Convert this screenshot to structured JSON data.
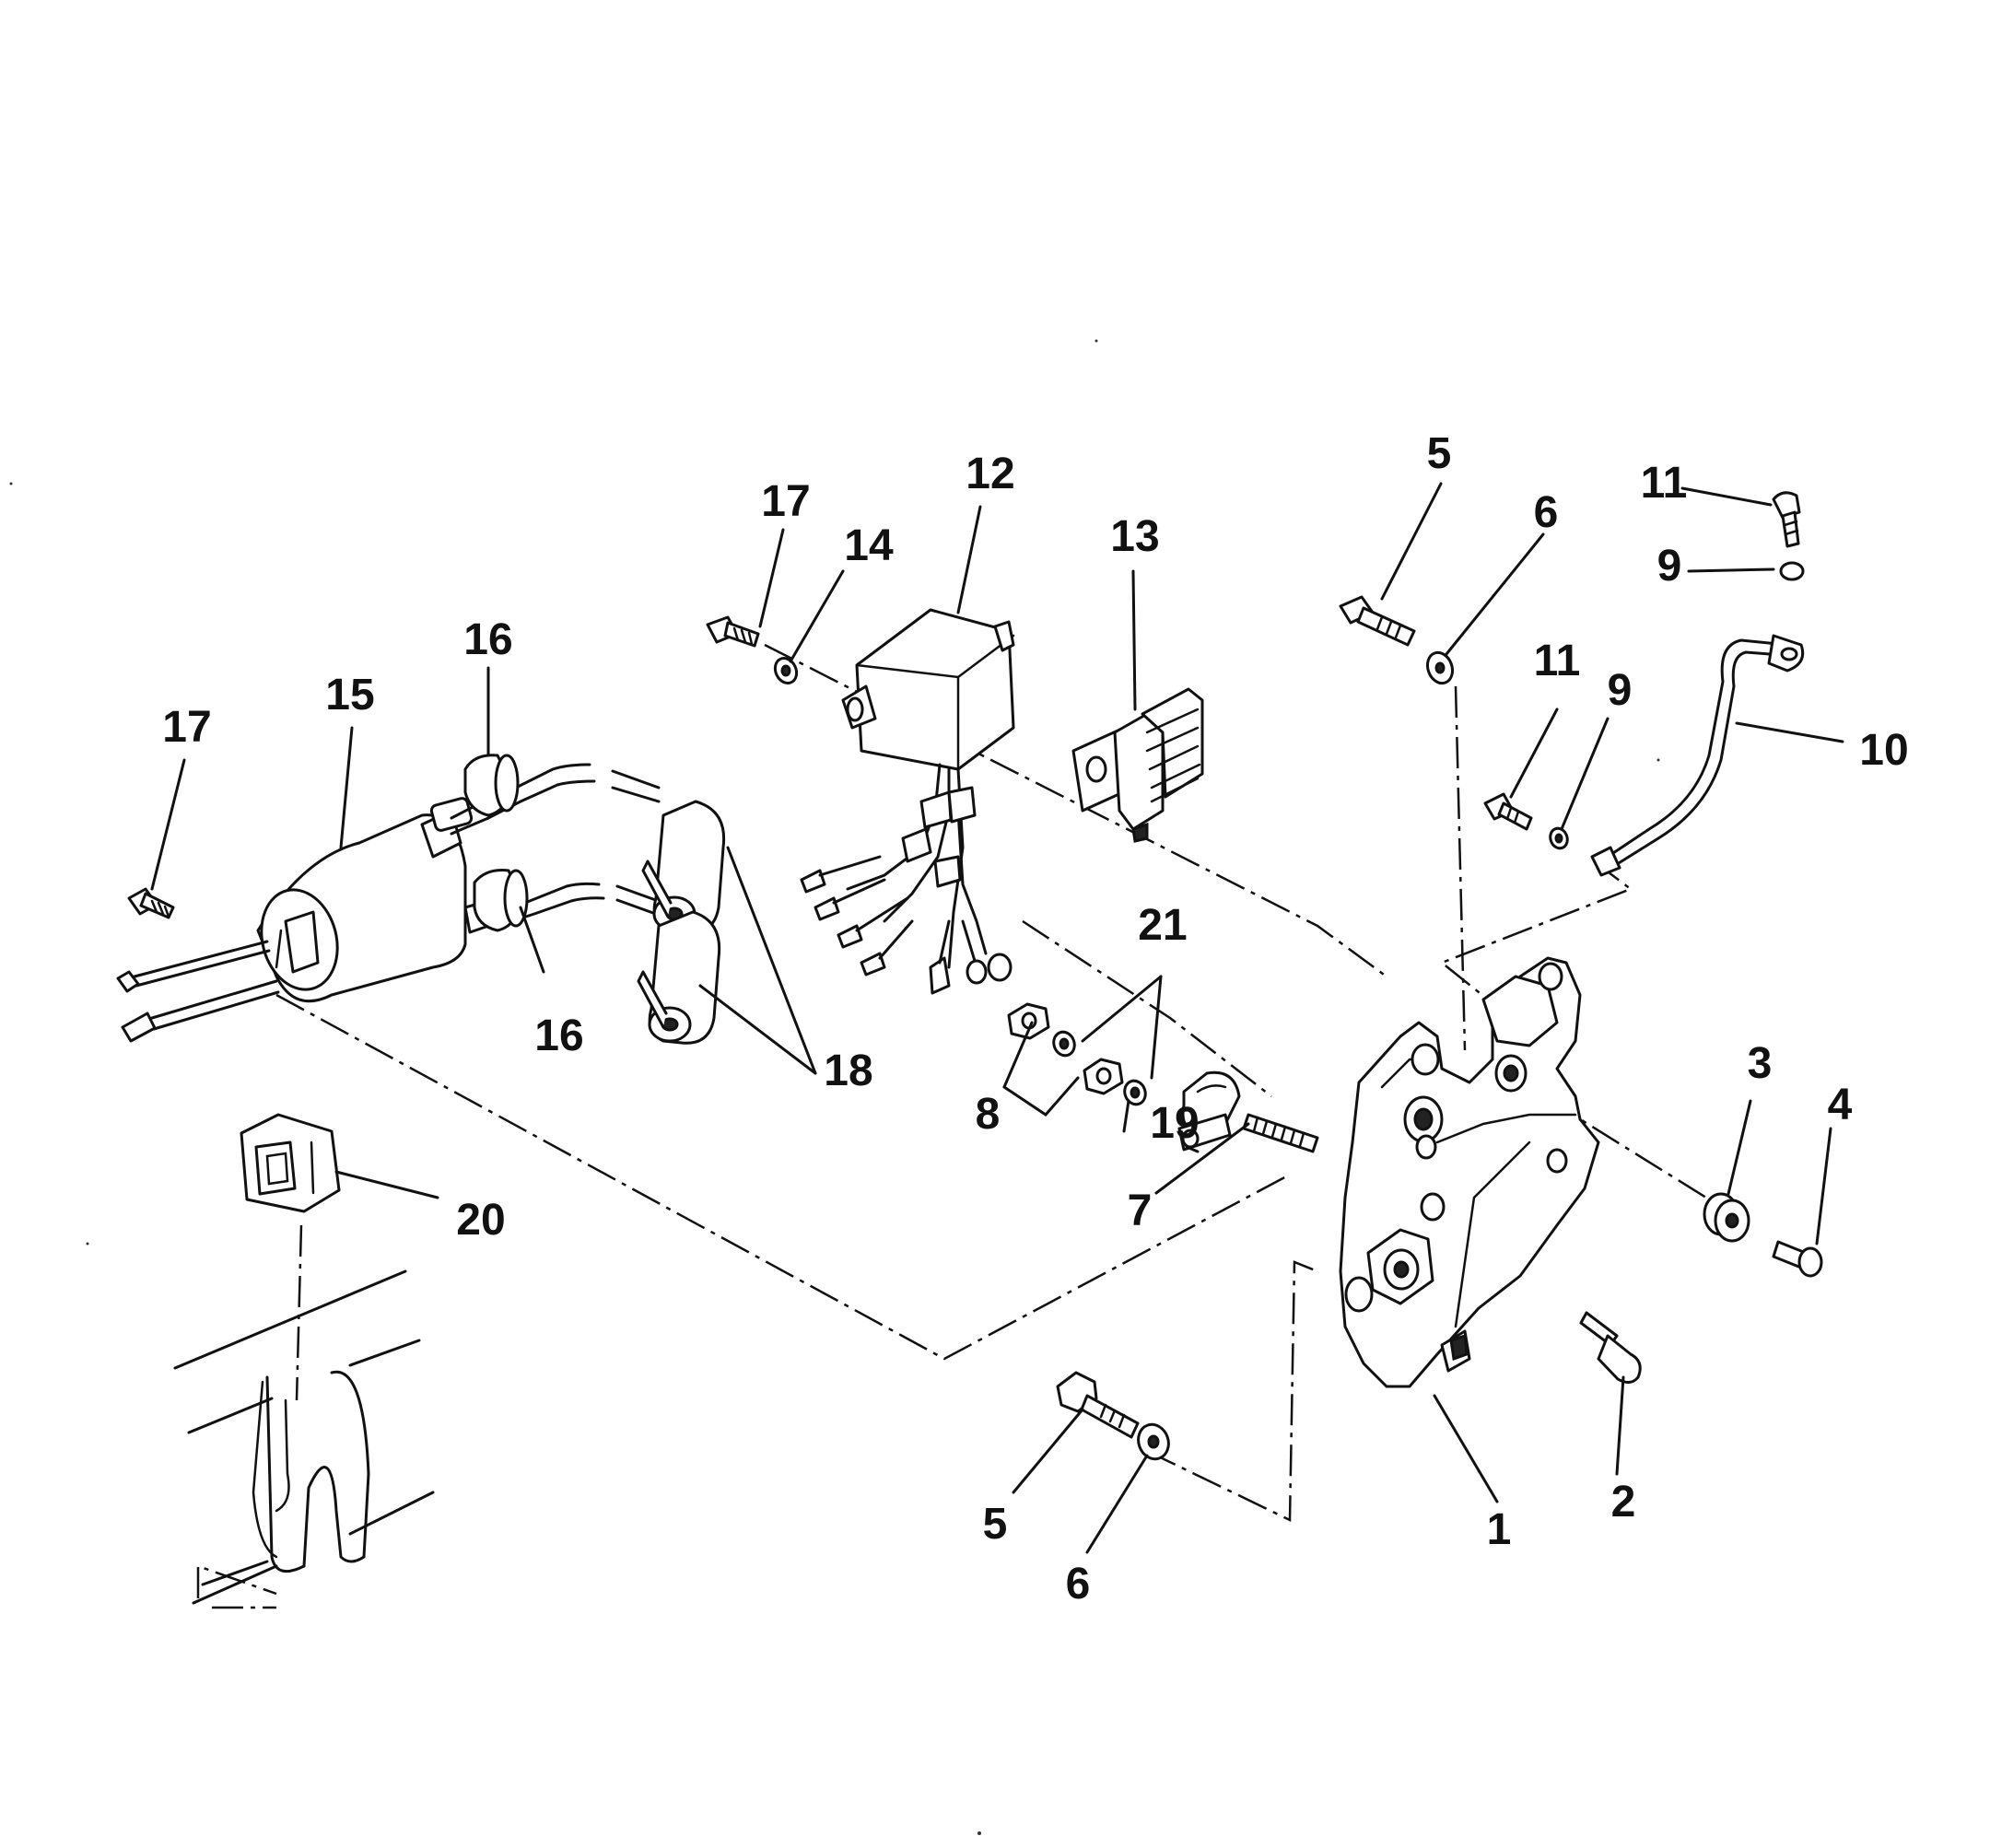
{
  "diagram": {
    "callouts": [
      "1",
      "2",
      "3",
      "4",
      "5",
      "5",
      "6",
      "6",
      "7",
      "8",
      "9",
      "9",
      "10",
      "11",
      "11",
      "12",
      "13",
      "14",
      "15",
      "16",
      "16",
      "17",
      "17",
      "18",
      "19",
      "20",
      "21"
    ]
  },
  "parts": {
    "p1": "1",
    "p2": "2",
    "p3": "3",
    "p4": "4",
    "p5a": "5",
    "p5b": "5",
    "p6a": "6",
    "p6b": "6",
    "p7": "7",
    "p8": "8",
    "p9a": "9",
    "p9b": "9",
    "p10": "10",
    "p11a": "11",
    "p11b": "11",
    "p12": "12",
    "p13": "13",
    "p14": "14",
    "p15": "15",
    "p16a": "16",
    "p16b": "16",
    "p17a": "17",
    "p17b": "17",
    "p18": "18",
    "p19": "19",
    "p20": "20",
    "p21": "21"
  }
}
